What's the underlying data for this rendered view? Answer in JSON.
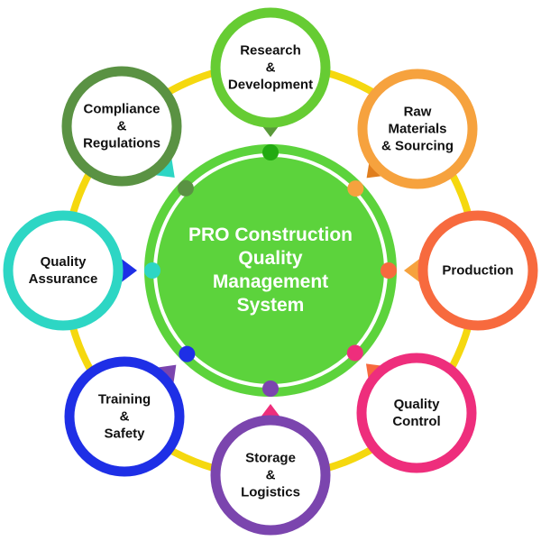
{
  "center": {
    "lines": [
      "PRO Construction",
      "Quality",
      "Management",
      "System"
    ],
    "color": "#5cd33c"
  },
  "ring_color": "#f5d80f",
  "nodes": [
    {
      "label": [
        "Research",
        "&",
        "Development"
      ],
      "color": "#66cc33",
      "pointer": "#5a9a3a",
      "dot": "#22aa11"
    },
    {
      "label": [
        "Raw",
        "Materials",
        "& Sourcing"
      ],
      "color": "#f6a23e",
      "pointer": "#e07e1e",
      "dot": "#f6a23e"
    },
    {
      "label": [
        "Production"
      ],
      "color": "#f76a3e",
      "pointer": "#f6a23e",
      "dot": "#f76a3e"
    },
    {
      "label": [
        "Quality",
        "Control"
      ],
      "color": "#ee2e7c",
      "pointer": "#f76a3e",
      "dot": "#ee2e7c"
    },
    {
      "label": [
        "Storage",
        "&",
        "Logistics"
      ],
      "color": "#7b45ae",
      "pointer": "#ee2e7c",
      "dot": "#7b45ae"
    },
    {
      "label": [
        "Training",
        "&",
        "Safety"
      ],
      "color": "#1e2fe6",
      "pointer": "#7b45ae",
      "dot": "#1e2fe6"
    },
    {
      "label": [
        "Quality",
        "Assurance"
      ],
      "color": "#2dd6c4",
      "pointer": "#1e2fe6",
      "dot": "#2dd6c4"
    },
    {
      "label": [
        "Compliance",
        "&",
        "Regulations"
      ],
      "color": "#5a9243",
      "pointer": "#2dd6c4",
      "dot": "#5a9243"
    }
  ]
}
